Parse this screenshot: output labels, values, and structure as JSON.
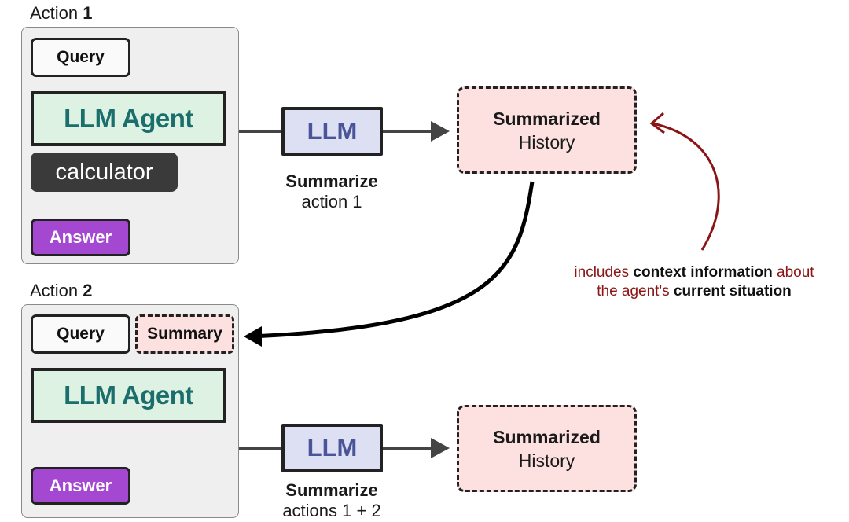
{
  "action1": {
    "title_prefix": "Action ",
    "title_number": "1",
    "query": "Query",
    "agent": "LLM Agent",
    "tool": "calculator",
    "answer": "Answer"
  },
  "action2": {
    "title_prefix": "Action ",
    "title_number": "2",
    "query": "Query",
    "summary": "Summary",
    "agent": "LLM Agent",
    "answer": "Answer"
  },
  "summarize1": {
    "llm": "LLM",
    "caption_bold": "Summarize",
    "caption_rest": "action 1",
    "history_bold": "Summarized",
    "history_rest": "History"
  },
  "summarize2": {
    "llm": "LLM",
    "caption_bold": "Summarize",
    "caption_rest": "actions 1 + 2",
    "history_bold": "Summarized",
    "history_rest": "History"
  },
  "annotation": {
    "part1": "includes ",
    "part2": "context information",
    "part3": " about",
    "part4": "the agent's ",
    "part5": "current situation"
  },
  "colors": {
    "agent_fill": "#ddf2e2",
    "agent_text": "#1c6e6d",
    "llm_fill": "#dde0f3",
    "llm_text": "#4a5499",
    "answer_fill": "#a447d1",
    "history_fill": "#fde0e0",
    "tool_fill": "#3a3a3a",
    "annotation_red": "#8b1414"
  }
}
